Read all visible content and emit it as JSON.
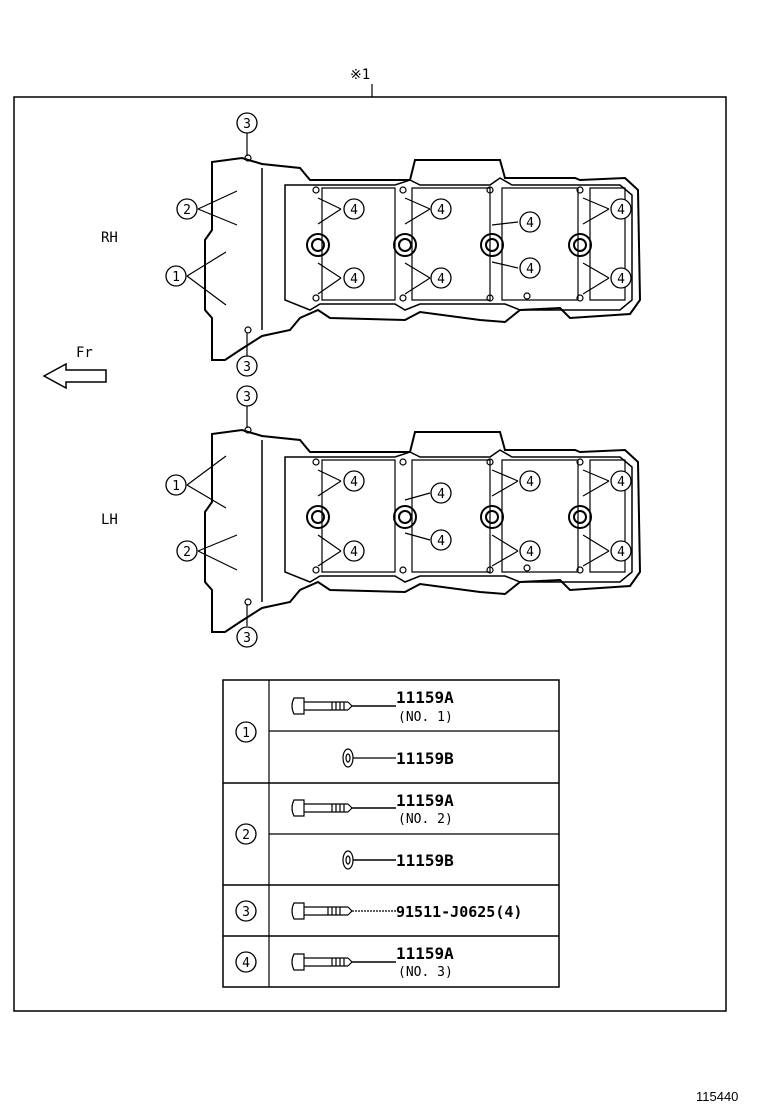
{
  "header_mark": "※1",
  "front_label": "Fr",
  "rh_label": "RH",
  "lh_label": "LH",
  "callouts": {
    "c1": "1",
    "c2": "2",
    "c3": "3",
    "c4": "4"
  },
  "table": {
    "rows": [
      {
        "key": "1",
        "parts": [
          {
            "number": "11159A",
            "note": "(NO. 1)",
            "kind": "bolt-long"
          },
          {
            "number": "11159B",
            "note": "",
            "kind": "washer"
          }
        ]
      },
      {
        "key": "2",
        "parts": [
          {
            "number": "11159A",
            "note": "(NO. 2)",
            "kind": "bolt-long"
          },
          {
            "number": "11159B",
            "note": "",
            "kind": "washer"
          }
        ]
      },
      {
        "key": "3",
        "parts": [
          {
            "number": "91511-J0625(4)",
            "note": "",
            "kind": "bolt-short"
          }
        ]
      },
      {
        "key": "4",
        "parts": [
          {
            "number": "11159A",
            "note": "(NO. 3)",
            "kind": "bolt-long"
          }
        ]
      }
    ]
  },
  "figure_id": "115440"
}
